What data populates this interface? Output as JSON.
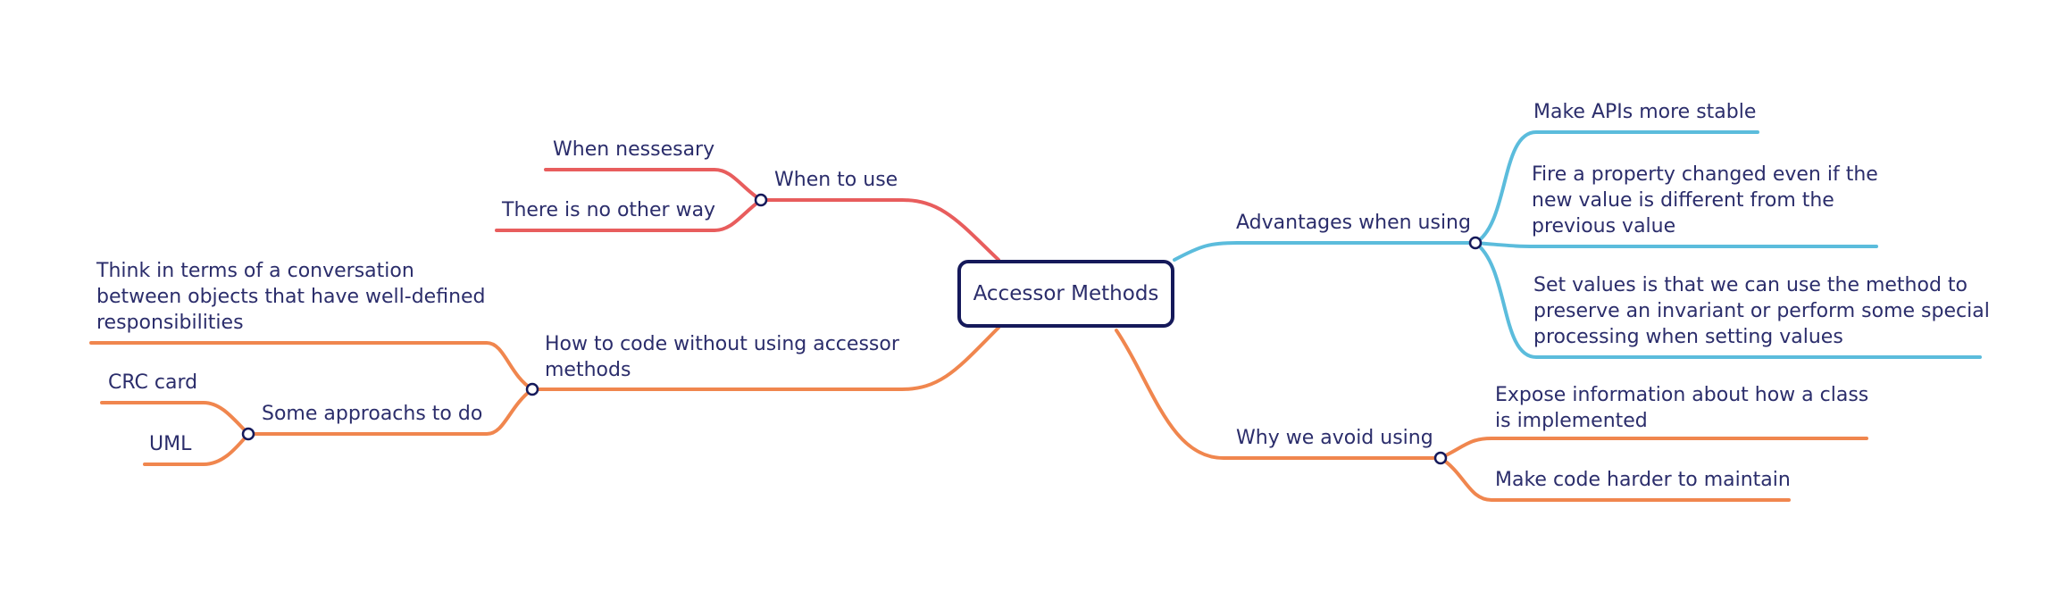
{
  "root": {
    "label": "Accessor Methods"
  },
  "colors": {
    "red": "#e85d5d",
    "orange": "#f0864e",
    "blue": "#5bbcdc",
    "text": "#2b2d6b",
    "border": "#15195a"
  },
  "branches": {
    "when_to_use": {
      "label": "When to use",
      "children": [
        "When nessesary",
        "There is no other way"
      ]
    },
    "how_to_code": {
      "label_lines": [
        "How to code without using accessor",
        "methods"
      ],
      "think": [
        "Think in terms of a conversation",
        "between objects that have well-defined",
        "responsibilities"
      ],
      "approaches": {
        "label": "Some approachs to do",
        "children": [
          "CRC card",
          "UML"
        ]
      }
    },
    "advantages": {
      "label": "Advantages when using",
      "children": [
        [
          "Make APIs more stable"
        ],
        [
          "Fire a property changed even if the",
          "new value is different from the",
          "previous value"
        ],
        [
          "Set values is that we can use the method to",
          "preserve an invariant or perform some special",
          "processing when setting values"
        ]
      ]
    },
    "why_avoid": {
      "label": "Why we avoid using",
      "children": [
        [
          "Expose information about how a class",
          "is implemented"
        ],
        [
          "Make code harder to maintain"
        ]
      ]
    }
  }
}
